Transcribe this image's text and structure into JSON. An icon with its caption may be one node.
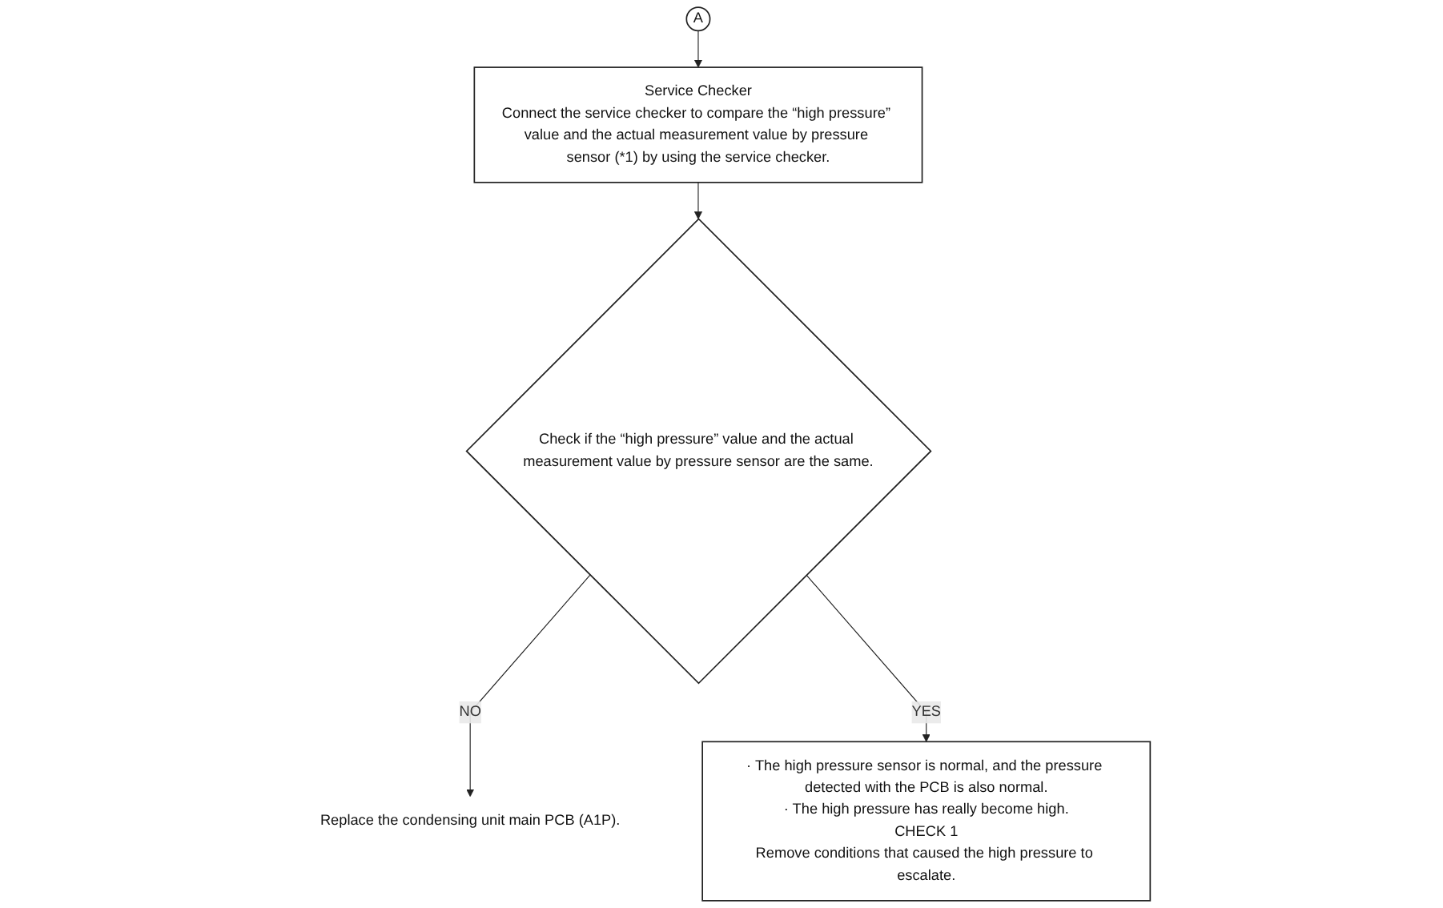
{
  "diagram": {
    "nodes": [
      {
        "text": [
          "A"
        ]
      },
      {
        "text": [
          "Service Checker",
          "Connect the service checker to compare the “high pressure” value and the actual measurement value by pressure sensor (*1) by using the service checker."
        ]
      },
      {
        "text": [
          "Check if the “high pressure” value and the actual measurement value by pressure sensor are the same."
        ]
      },
      {
        "text": [
          "Replace the condensing unit main PCB (A1P)."
        ]
      },
      {
        "text": [
          "· The high pressure sensor is normal, and the pressure detected with the PCB is also normal.",
          "· The high pressure has really become high.",
          "CHECK 1",
          "Remove conditions that caused the high pressure to escalate."
        ]
      }
    ],
    "edges": [
      {
        "from": 0,
        "to": 1,
        "arrow": "to"
      },
      {
        "from": 1,
        "to": 2,
        "arrow": "to"
      },
      {
        "from": 2,
        "to": 3,
        "label": "NO",
        "arrow": "to"
      },
      {
        "from": 2,
        "to": 4,
        "label": "YES",
        "arrow": "to"
      }
    ]
  }
}
